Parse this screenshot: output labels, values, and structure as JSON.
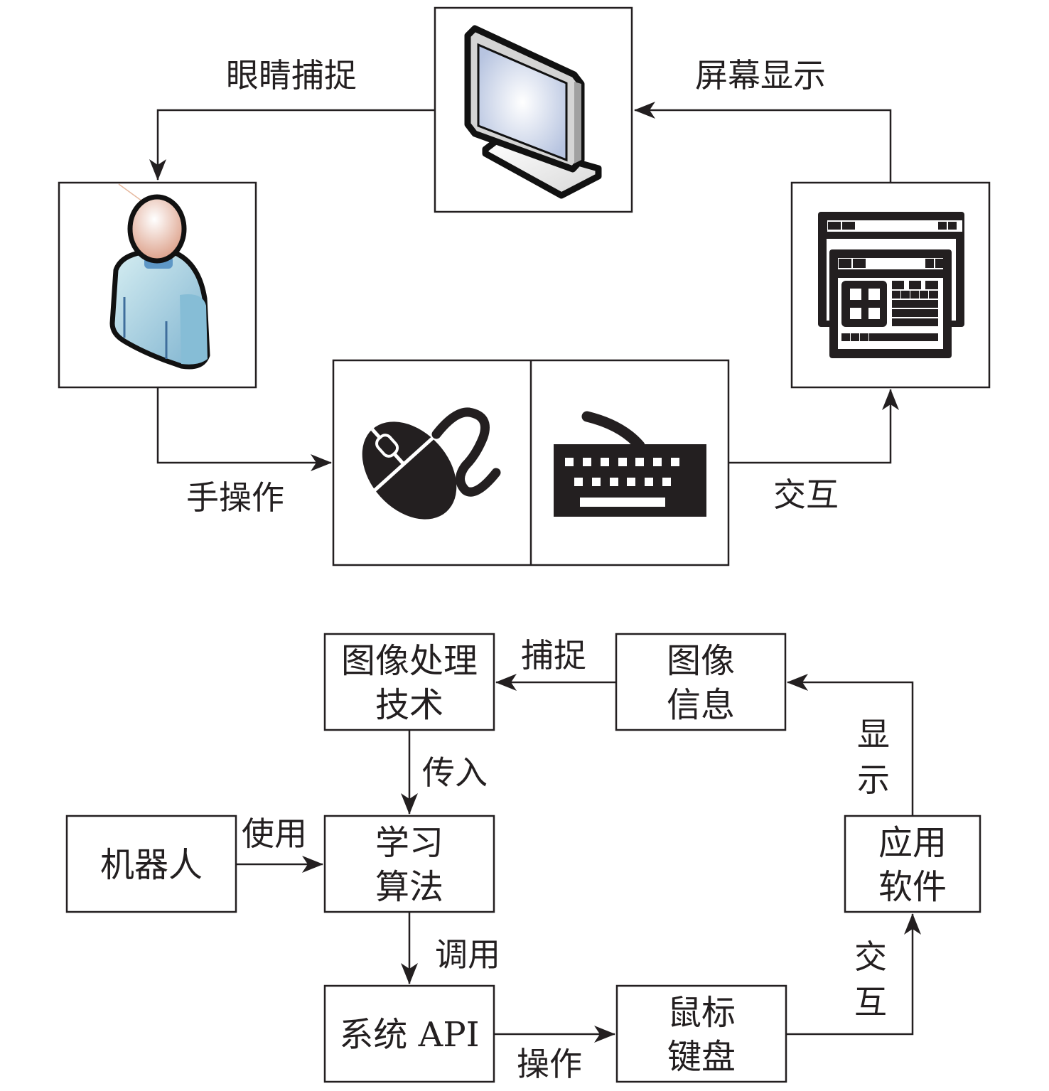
{
  "top_diagram": {
    "nodes": {
      "monitor": {
        "icon": "monitor-icon"
      },
      "user": {
        "icon": "user-icon"
      },
      "application": {
        "icon": "application-window-icon"
      },
      "mouse": {
        "icon": "mouse-icon"
      },
      "keyboard": {
        "icon": "keyboard-icon"
      }
    },
    "edges": {
      "eye_capture": "眼睛捕捉",
      "screen_display": "屏幕显示",
      "hand_operation": "手操作",
      "interaction": "交互"
    }
  },
  "bottom_diagram": {
    "nodes": {
      "image_processing": [
        "图像处理",
        "技术"
      ],
      "image_info": [
        "图像",
        "信息"
      ],
      "robot": [
        "机器人"
      ],
      "learning_algorithm": [
        "学习",
        "算法"
      ],
      "app_software": [
        "应用",
        "软件"
      ],
      "system_api": [
        "系统 API"
      ],
      "mouse_keyboard": [
        "鼠标",
        "键盘"
      ]
    },
    "edges": {
      "capture": "捕捉",
      "transfer_in": "传入",
      "use": "使用",
      "display": [
        "显",
        "示"
      ],
      "invoke": "调用",
      "operate": "操作",
      "interact": [
        "交",
        "互"
      ]
    }
  },
  "colors": {
    "ink": "#231f20",
    "screen": "#c9d4ea",
    "skin": "#e8b8a6",
    "shirt": "#a9d3e3"
  }
}
